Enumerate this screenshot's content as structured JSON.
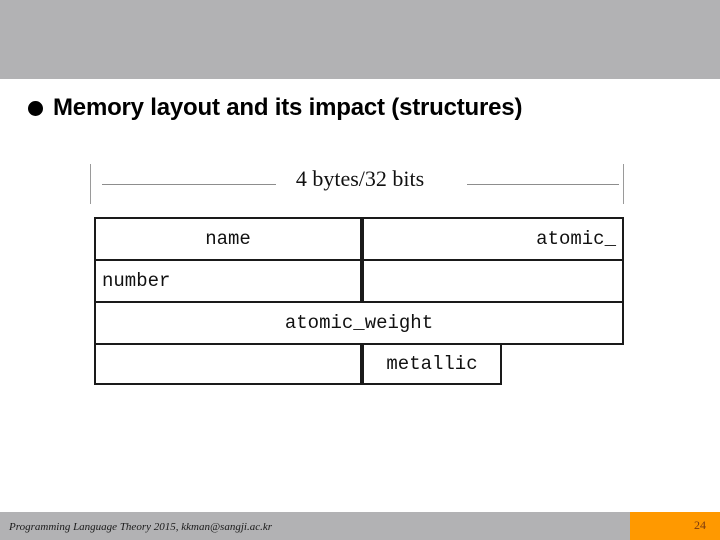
{
  "slide": {
    "bullet_icon": "filled-circle-bullet",
    "title": "Memory layout and its impact (structures)"
  },
  "figure": {
    "ruler": {
      "label": "4 bytes/32 bits"
    },
    "cells": [
      {
        "id": "name",
        "text": "name",
        "align": "center",
        "row": 0,
        "col": "left"
      },
      {
        "id": "atomic-prefix",
        "text": "atomic_",
        "align": "right",
        "row": 0,
        "col": "right"
      },
      {
        "id": "number",
        "text": "number",
        "align": "left",
        "row": 1,
        "col": "left"
      },
      {
        "id": "atomic-cont",
        "text": "",
        "align": "left",
        "row": 1,
        "col": "right"
      },
      {
        "id": "atomic-weight",
        "text": "atomic_weight",
        "align": "center",
        "row": 2,
        "col": "full"
      },
      {
        "id": "padding-left",
        "text": "",
        "align": "left",
        "row": 3,
        "col": "left"
      },
      {
        "id": "metallic",
        "text": "metallic",
        "align": "center",
        "row": 3,
        "col": "mid"
      }
    ]
  },
  "footer": {
    "credit": "Programming Language Theory 2015, kkman@sangji.ac.kr",
    "page_number": "24"
  },
  "colors": {
    "band_gray": "#b2b2b4",
    "page_orange": "#ff9900",
    "ink": "#1a1a1a"
  }
}
